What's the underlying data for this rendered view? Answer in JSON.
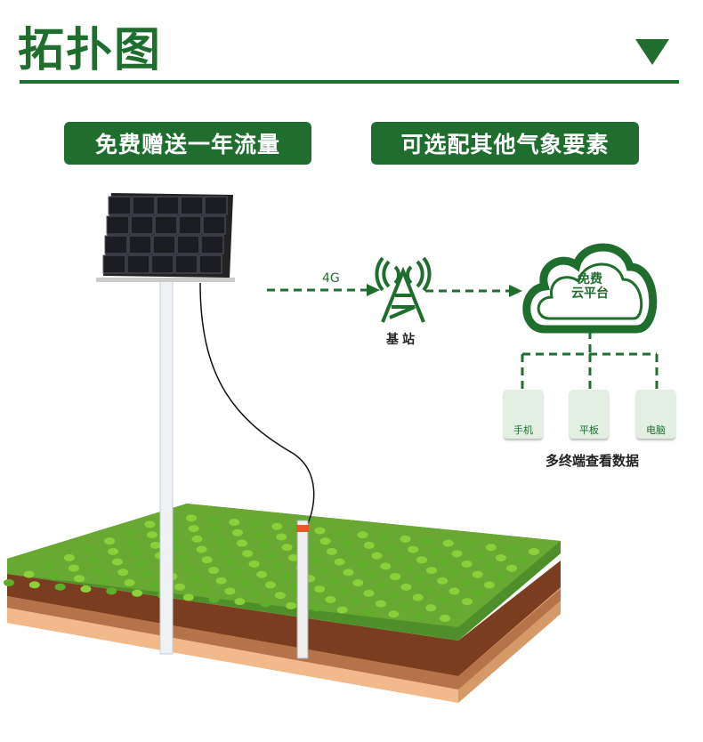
{
  "title": "拓扑图",
  "badges": [
    "免费赠送一年流量",
    "可选配其他气象要素"
  ],
  "link_label": "4G",
  "station_label": "基站",
  "cloud": {
    "line1": "免费",
    "line2": "云平台"
  },
  "devices": [
    {
      "label": "手机",
      "icon": "phone-icon"
    },
    {
      "label": "平板",
      "icon": "tablet-icon"
    },
    {
      "label": "电脑",
      "icon": "computer-icon"
    }
  ],
  "devices_caption": "多终端查看数据",
  "colors": {
    "brand": "#1f6e2e"
  }
}
